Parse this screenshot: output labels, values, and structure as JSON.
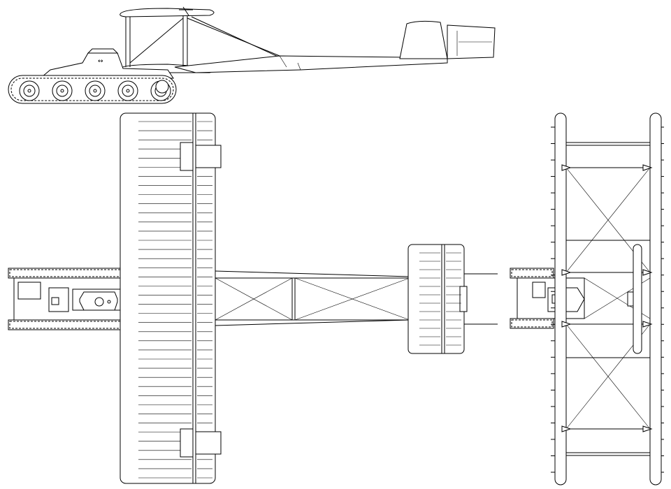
{
  "drawing": {
    "views": [
      {
        "id": "side",
        "label": ""
      },
      {
        "id": "top",
        "label": ""
      },
      {
        "id": "front",
        "label": ""
      }
    ],
    "line_color": "#000000",
    "background": "#ffffff",
    "counts": {
      "top_wing_ribs": 40,
      "tail_ribs": 12,
      "side_road_wheels": 5,
      "front_rib_ticks": 22
    }
  }
}
